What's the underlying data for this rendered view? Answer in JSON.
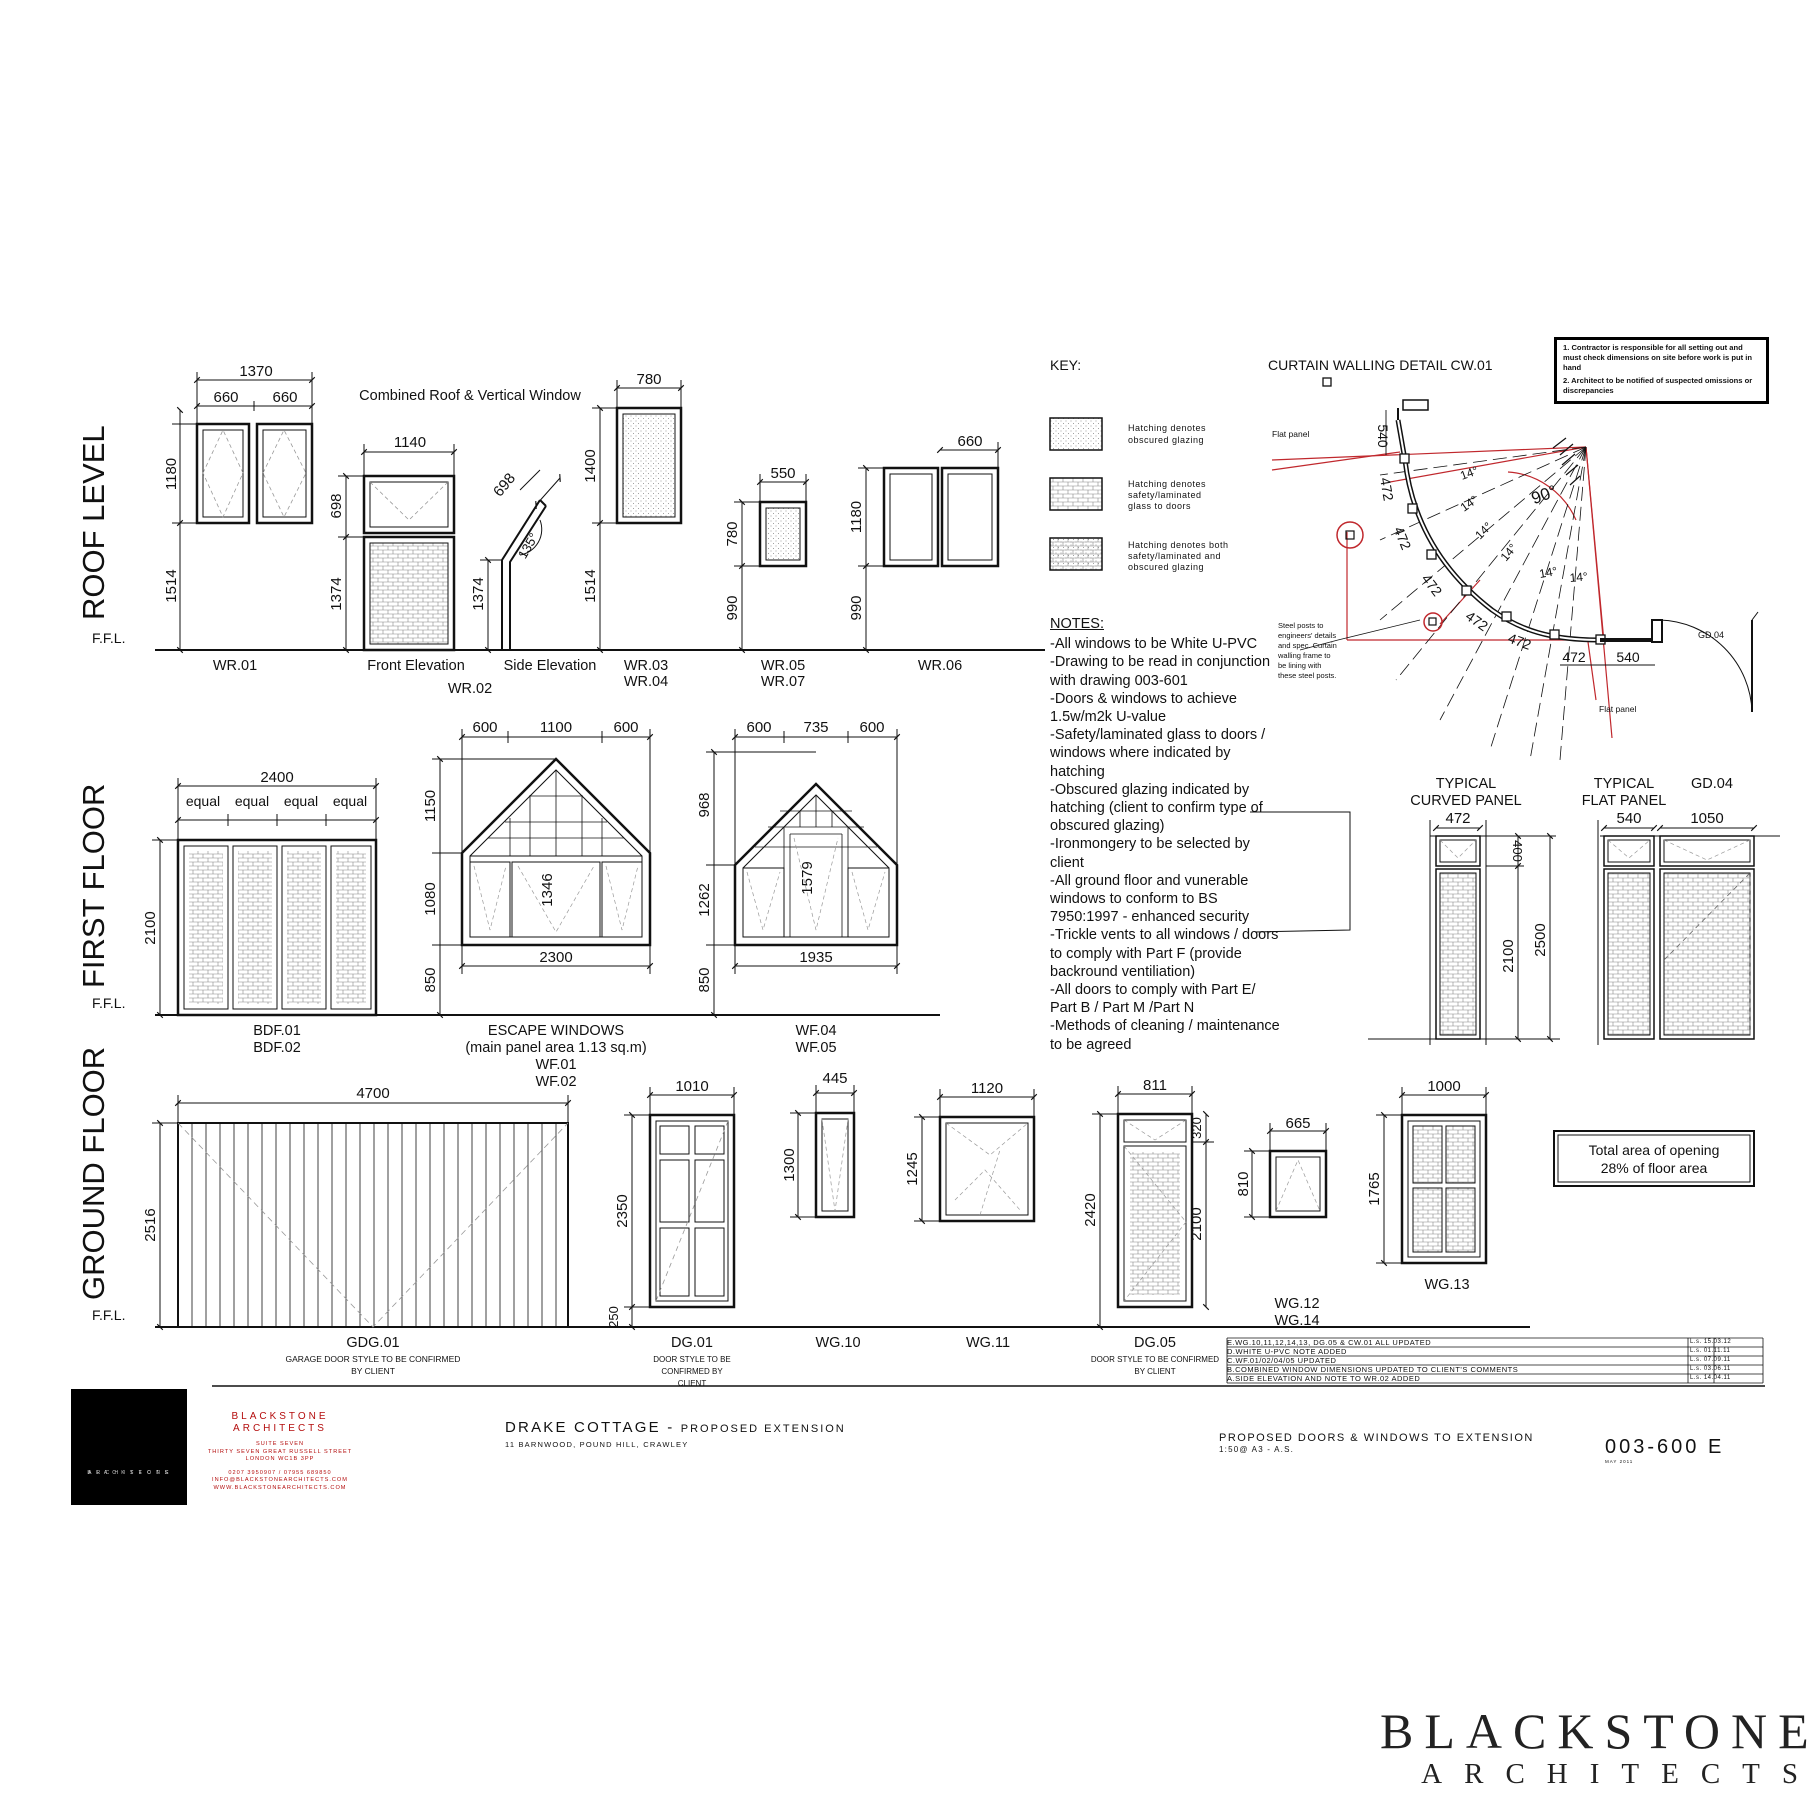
{
  "levels": {
    "roof": "ROOF LEVEL",
    "first": "FIRST FLOOR",
    "ground": "GROUND FLOOR",
    "ffl": "F.F.L."
  },
  "roof": {
    "wr01": {
      "label": "WR.01",
      "d_total": "1370",
      "d_a": "660",
      "d_b": "660",
      "d_h": "1180",
      "d_sill": "1514"
    },
    "wr02": {
      "title": "Combined Roof & Vertical Window",
      "d_w": "1140",
      "d_top": "698",
      "d_bot": "1374",
      "front": "Front Elevation",
      "side": "Side Elevation",
      "side_top": "698",
      "side_bot": "1374",
      "angle": "135°",
      "label": "WR.02"
    },
    "wr03": {
      "d_w": "780",
      "d_h": "1400",
      "d_sill": "1514",
      "label1": "WR.03",
      "label2": "WR.04"
    },
    "wr05": {
      "d_w": "550",
      "d_h": "780",
      "d_sill": "990",
      "label1": "WR.05",
      "label2": "WR.07"
    },
    "wr06": {
      "d_w": "660",
      "d_h": "1180",
      "d_sill": "990",
      "label": "WR.06"
    }
  },
  "first": {
    "bdf": {
      "d_w": "2400",
      "equal": "equal",
      "d_h": "2100",
      "label1": "BDF.01",
      "label2": "BDF.02"
    },
    "wf01": {
      "d_a": "600",
      "d_b": "1100",
      "d_c": "600",
      "d_h1": "1150",
      "d_h2": "1080",
      "d_sill": "850",
      "d_mid": "1346",
      "d_w": "2300",
      "label": "ESCAPE WINDOWS",
      "sub": "(main panel area 1.13 sq.m)",
      "label1": "WF.01",
      "label2": "WF.02"
    },
    "wf04": {
      "d_a": "600",
      "d_b": "735",
      "d_c": "600",
      "d_h1": "968",
      "d_h2": "1262",
      "d_sill": "850",
      "d_mid": "1579",
      "d_w": "1935",
      "label1": "WF.04",
      "label2": "WF.05"
    }
  },
  "ground": {
    "gdg": {
      "d_w": "4700",
      "d_h": "2516",
      "label": "GDG.01",
      "note": "GARAGE DOOR STYLE TO BE CONFIRMED BY CLIENT"
    },
    "dg01": {
      "d_w": "1010",
      "d_h": "2350",
      "d_base": "250",
      "label": "DG.01",
      "note": "DOOR STYLE TO BE CONFIRMED BY CLIENT"
    },
    "wg10": {
      "d_w": "445",
      "d_h": "1300",
      "label": "WG.10"
    },
    "wg11": {
      "d_w": "1120",
      "d_h": "1245",
      "label": "WG.11"
    },
    "dg05": {
      "d_w": "811",
      "d_h": "2420",
      "d_top": "320",
      "d_door": "2100",
      "label": "DG.05",
      "note": "DOOR STYLE TO BE CONFIRMED BY CLIENT"
    },
    "wg12": {
      "d_w": "665",
      "d_h": "810",
      "label1": "WG.12",
      "label2": "WG.14"
    },
    "wg13": {
      "d_w": "1000",
      "d_h": "1765",
      "label": "WG.13"
    },
    "area": {
      "line1": "Total area of opening",
      "line2": "28% of floor area"
    }
  },
  "key": {
    "title": "KEY:",
    "item1": "Hatching denotes obscured glazing",
    "item2": "Hatching denotes safety/laminated glass to doors",
    "item3": "Hatching denotes both safety/laminated and obscured glazing"
  },
  "notes": {
    "title": "NOTES:",
    "lines": [
      "-All windows to be White U-PVC",
      "-Drawing to be read in conjunction with drawing 003-601",
      "-Doors & windows to achieve 1.5w/m2k U-value",
      "-Safety/laminated glass to doors / windows where indicated by hatching",
      "-Obscured glazing indicated by hatching (client to confirm type of obscured glazing)",
      "-Ironmongery to be selected by client",
      "-All ground floor and vunerable windows to conform to BS 7950:1997 - enhanced security",
      "-Trickle vents to all windows / doors to comply with Part F (provide backround ventiliation)",
      "-All doors to comply with Part E/ Part B / Part M /Part N",
      "-Methods of cleaning / maintenance to be agreed"
    ]
  },
  "disclaimer": {
    "line1": "1. Contractor is responsible for all setting out and must check dimensions on site before work is put in hand",
    "line2": "2. Architect to be notified of suspected omissions or discrepancies"
  },
  "curtain": {
    "title": "CURTAIN WALLING DETAIL CW.01",
    "flat_panel": "Flat panel",
    "flat_panel2": "Flat panel",
    "d_540a": "540",
    "d_540b": "540",
    "d_472": "472",
    "angle_90": "90°",
    "angle_14": "14°",
    "steel_note": "Steel posts to engineers' details and spec. Curtain walling frame to be lining with these steel posts.",
    "gd04": "GD.04"
  },
  "panels": {
    "curved1": "TYPICAL",
    "curved2": "CURVED PANEL",
    "flat1": "TYPICAL",
    "flat2": "FLAT PANEL",
    "gd04": "GD.04",
    "d_472": "472",
    "d_400": "400",
    "d_2100": "2100",
    "d_2500": "2500",
    "d_540": "540",
    "d_1050": "1050"
  },
  "revisions": [
    {
      "text": "E.WG.10,11,12,14,13, DG.05 & CW.01 ALL UPDATED",
      "date": "L.s.  15.03.12"
    },
    {
      "text": "D.WHITE U-PVC NOTE ADDED",
      "date": "L.s.  01.11.11"
    },
    {
      "text": "C.WF.01/02/04/05 UPDATED",
      "date": "L.s.  07.09.11"
    },
    {
      "text": "B.COMBINED WINDOW DIMENSIONS UPDATED TO CLIENT'S COMMENTS",
      "date": "L.s.  03.06.11"
    },
    {
      "text": "A.SIDE ELEVATION AND NOTE TO WR.02 ADDED",
      "date": "L.s.  14.04.11"
    }
  ],
  "titleblock": {
    "logo_text1": "B L A C K S T O N E",
    "logo_text2": "A R C H I T E C T S",
    "firm1": "BLACKSTONE",
    "firm2": "ARCHITECTS",
    "addr1": "SUITE SEVEN",
    "addr2": "THIRTY SEVEN GREAT RUSSELL STREET",
    "addr3": "LONDON WC1B 3PP",
    "phone": "0207 3950907 / 07955 689850",
    "email": "INFO@BLACKSTONEARCHITECTS.COM",
    "web": "WWW.BLACKSTONEARCHITECTS.COM",
    "project": "DRAKE COTTAGE - ",
    "project_sub": "PROPOSED EXTENSION",
    "address": "11 BARNWOOD, POUND HILL, CRAWLEY",
    "drawing_title": "PROPOSED DOORS & WINDOWS TO EXTENSION",
    "scale": "1:50@ A3  -  A.S.",
    "drawing_no": "003-600 E",
    "date": "MAY 2011"
  },
  "brand": {
    "line1": "BLACKSTONE",
    "line2": "ARCHITECTS"
  },
  "colors": {
    "ink": "#111111",
    "red": "#c0282d",
    "firm_red": "#b40d0d"
  }
}
